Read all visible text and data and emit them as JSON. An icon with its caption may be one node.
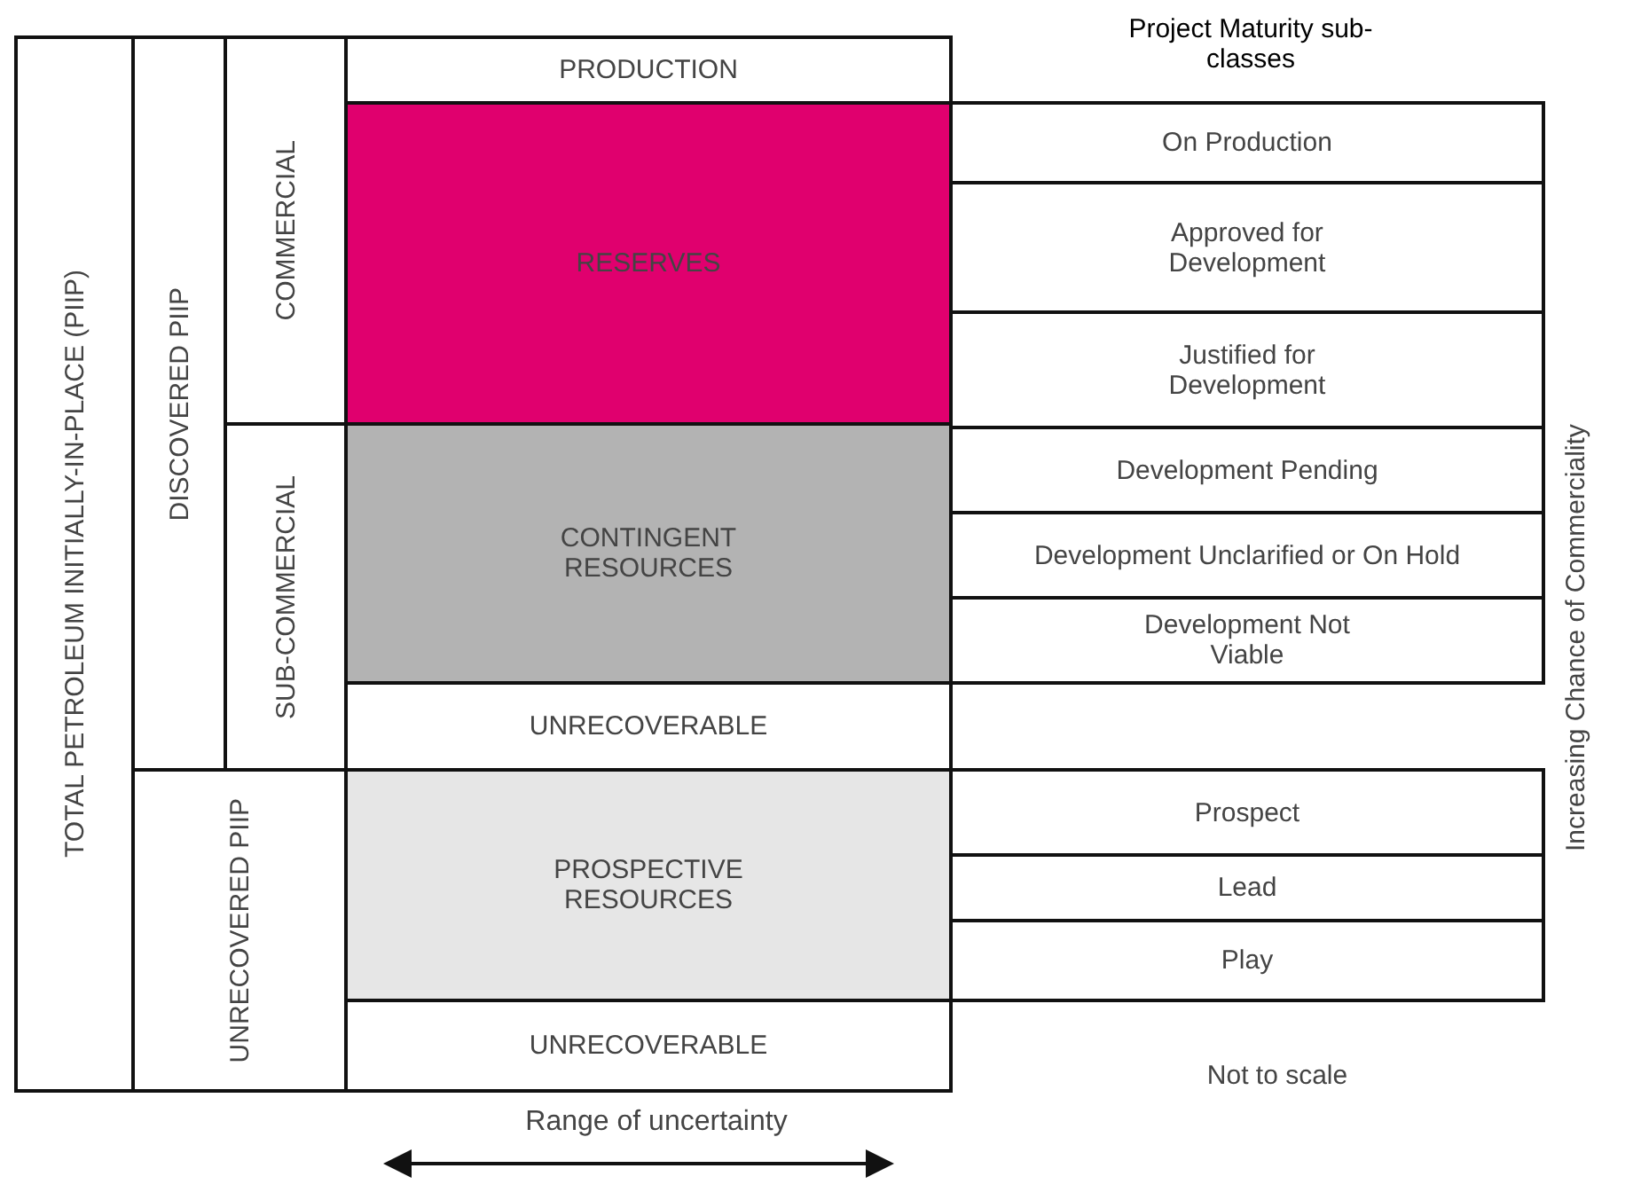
{
  "diagram": {
    "nodes": [
      {
        "text": [
          "TOTAL PETROLEUM INITIALLY-IN-PLACE (PIIP)"
        ]
      },
      {
        "text": [
          "DISCOVERED PIIP"
        ]
      },
      {
        "text": [
          "COMMERCIAL"
        ]
      },
      {
        "text": [
          "SUB-COMMERCIAL"
        ]
      },
      {
        "text": [
          "UNRECOVERED PIIP"
        ]
      },
      {
        "text": [
          "PRODUCTION"
        ]
      },
      {
        "text": [
          "RESERVES"
        ]
      },
      {
        "text": [
          "CONTINGENT RESOURCES"
        ]
      },
      {
        "text": [
          "UNRECOVERABLE"
        ]
      },
      {
        "text": [
          "PROSPECTIVE RESOURCES"
        ]
      },
      {
        "text": [
          "UNRECOVERABLE"
        ]
      },
      {
        "text": [
          "On Production"
        ]
      },
      {
        "text": [
          "Approved for Development"
        ]
      },
      {
        "text": [
          "Justified for Development"
        ]
      },
      {
        "text": [
          "Development Pending"
        ]
      },
      {
        "text": [
          "Development Unclarified or On Hold"
        ]
      },
      {
        "text": [
          "Development Not Viable"
        ]
      },
      {
        "text": [
          "Prospect"
        ]
      },
      {
        "text": [
          "Lead"
        ]
      },
      {
        "text": [
          "Play"
        ]
      }
    ],
    "edges": [],
    "labels": [
      "Project Maturity sub-classes",
      "Increasing Chance of Commerciality",
      "Not to scale",
      "Range of uncertainty"
    ]
  }
}
